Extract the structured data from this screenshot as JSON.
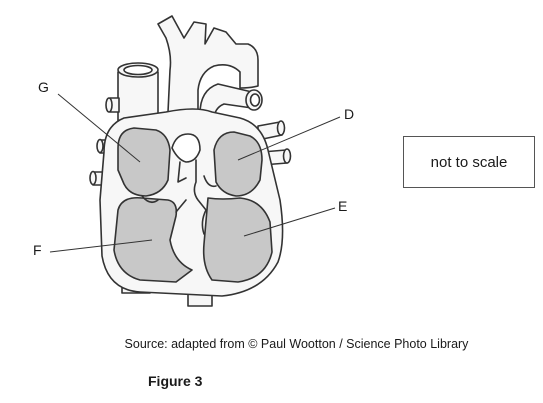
{
  "labels": {
    "g": "G",
    "d": "D",
    "e": "E",
    "f": "F"
  },
  "scale_note": "not to scale",
  "source": "Source: adapted from © Paul Wootton / Science Photo Library",
  "figure_title": "Figure 3",
  "colors": {
    "outline": "#333333",
    "chamber_fill": "#c8c8c8",
    "wall_fill": "#f7f7f7",
    "background": "#ffffff"
  }
}
